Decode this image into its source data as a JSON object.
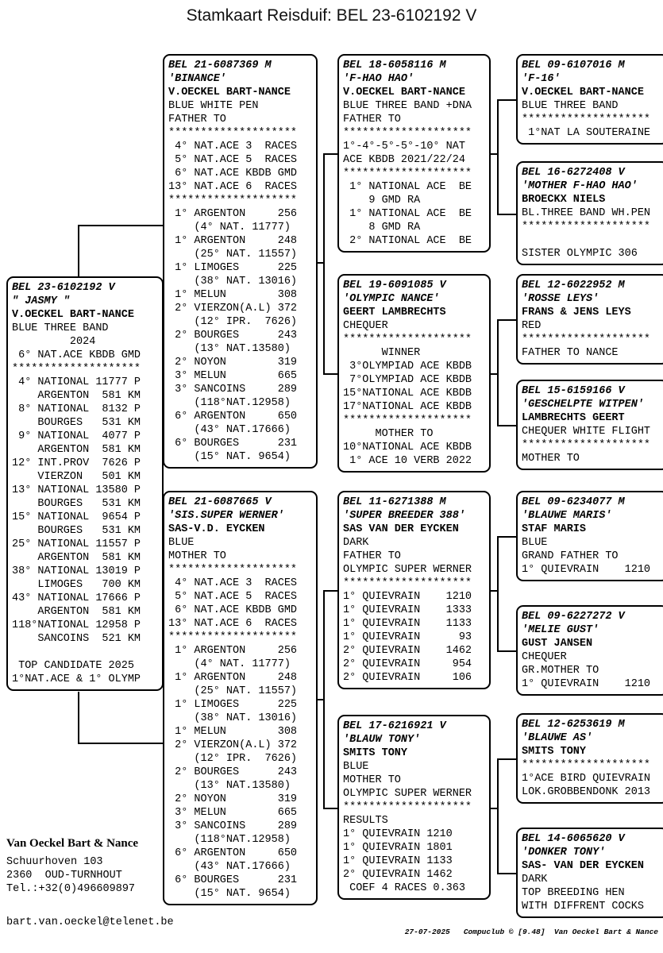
{
  "title": "Stamkaart Reisduif: BEL 23-6102192 V",
  "boxes": {
    "subject": {
      "lines": [
        {
          "s": "r",
          "t": "BEL 23-6102192 V"
        },
        {
          "s": "r",
          "t": "\" JASMY \""
        },
        {
          "s": "b",
          "t": "V.OECKEL BART-NANCE"
        },
        {
          "t": "BLUE THREE BAND"
        },
        {
          "t": "         2024"
        },
        {
          "t": " 6° NAT.ACE KBDB GMD"
        },
        {
          "t": "********************"
        },
        {
          "t": " 4° NATIONAL 11777 P"
        },
        {
          "t": "    ARGENTON  581 KM"
        },
        {
          "t": " 8° NATIONAL  8132 P"
        },
        {
          "t": "    BOURGES   531 KM"
        },
        {
          "t": " 9° NATIONAL  4077 P"
        },
        {
          "t": "    ARGENTON  581 KM"
        },
        {
          "t": "12° INT.PROV  7626 P"
        },
        {
          "t": "    VIERZON   501 KM"
        },
        {
          "t": "13° NATIONAL 13580 P"
        },
        {
          "t": "    BOURGES   531 KM"
        },
        {
          "t": "15° NATIONAL  9654 P"
        },
        {
          "t": "    BOURGES   531 KM"
        },
        {
          "t": "25° NATIONAL 11557 P"
        },
        {
          "t": "    ARGENTON  581 KM"
        },
        {
          "t": "38° NATIONAL 13019 P"
        },
        {
          "t": "    LIMOGES   700 KM"
        },
        {
          "t": "43° NATIONAL 17666 P"
        },
        {
          "t": "    ARGENTON  581 KM"
        },
        {
          "t": "118°NATIONAL 12958 P"
        },
        {
          "t": "    SANCOINS  521 KM"
        },
        {
          "t": ""
        },
        {
          "t": " TOP CANDIDATE 2025"
        },
        {
          "t": "1°NAT.ACE & 1° OLYMP"
        }
      ]
    },
    "father": {
      "lines": [
        {
          "s": "r",
          "t": "BEL 21-6087369 M"
        },
        {
          "s": "r",
          "t": "'BINANCE'"
        },
        {
          "s": "b",
          "t": "V.OECKEL BART-NANCE"
        },
        {
          "t": "BLUE WHITE PEN"
        },
        {
          "t": "FATHER TO"
        },
        {
          "t": "********************"
        },
        {
          "t": " 4° NAT.ACE 3  RACES"
        },
        {
          "t": " 5° NAT.ACE 5  RACES"
        },
        {
          "t": " 6° NAT.ACE KBDB GMD"
        },
        {
          "t": "13° NAT.ACE 6  RACES"
        },
        {
          "t": "********************"
        },
        {
          "t": " 1° ARGENTON     256"
        },
        {
          "t": "    (4° NAT. 11777)"
        },
        {
          "t": " 1° ARGENTON     248"
        },
        {
          "t": "    (25° NAT. 11557)"
        },
        {
          "t": " 1° LIMOGES      225"
        },
        {
          "t": "    (38° NAT. 13016)"
        },
        {
          "t": " 1° MELUN        308"
        },
        {
          "t": " 2° VIERZON(A.L) 372"
        },
        {
          "t": "    (12° IPR.  7626)"
        },
        {
          "t": " 2° BOURGES      243"
        },
        {
          "t": "    (13° NAT.13580)"
        },
        {
          "t": " 2° NOYON        319"
        },
        {
          "t": " 3° MELUN        665"
        },
        {
          "t": " 3° SANCOINS     289"
        },
        {
          "t": "    (118°NAT.12958)"
        },
        {
          "t": " 6° ARGENTON     650"
        },
        {
          "t": "    (43° NAT.17666)"
        },
        {
          "t": " 6° BOURGES      231"
        },
        {
          "t": "    (15° NAT. 9654)"
        }
      ]
    },
    "mother": {
      "lines": [
        {
          "s": "r",
          "t": "BEL 21-6087665 V"
        },
        {
          "s": "r",
          "t": "'SIS.SUPER WERNER'"
        },
        {
          "s": "b",
          "t": "SAS-V.D. EYCKEN"
        },
        {
          "t": "BLUE"
        },
        {
          "t": "MOTHER TO"
        },
        {
          "t": "********************"
        },
        {
          "t": " 4° NAT.ACE 3  RACES"
        },
        {
          "t": " 5° NAT.ACE 5  RACES"
        },
        {
          "t": " 6° NAT.ACE KBDB GMD"
        },
        {
          "t": "13° NAT.ACE 6  RACES"
        },
        {
          "t": "********************"
        },
        {
          "t": " 1° ARGENTON     256"
        },
        {
          "t": "    (4° NAT. 11777)"
        },
        {
          "t": " 1° ARGENTON     248"
        },
        {
          "t": "    (25° NAT. 11557)"
        },
        {
          "t": " 1° LIMOGES      225"
        },
        {
          "t": "    (38° NAT. 13016)"
        },
        {
          "t": " 1° MELUN        308"
        },
        {
          "t": " 2° VIERZON(A.L) 372"
        },
        {
          "t": "    (12° IPR.  7626)"
        },
        {
          "t": " 2° BOURGES      243"
        },
        {
          "t": "    (13° NAT.13580)"
        },
        {
          "t": " 2° NOYON        319"
        },
        {
          "t": " 3° MELUN        665"
        },
        {
          "t": " 3° SANCOINS     289"
        },
        {
          "t": "    (118°NAT.12958)"
        },
        {
          "t": " 6° ARGENTON     650"
        },
        {
          "t": "    (43° NAT.17666)"
        },
        {
          "t": " 6° BOURGES      231"
        },
        {
          "t": "    (15° NAT. 9654)"
        }
      ]
    },
    "ff": {
      "lines": [
        {
          "s": "r",
          "t": "BEL 18-6058116 M"
        },
        {
          "s": "r",
          "t": "'F-HAO HAO'"
        },
        {
          "s": "b",
          "t": "V.OECKEL BART-NANCE"
        },
        {
          "t": "BLUE THREE BAND +DNA"
        },
        {
          "t": "FATHER TO"
        },
        {
          "t": "********************"
        },
        {
          "t": "1°-4°-5°-5°-10° NAT"
        },
        {
          "t": "ACE KBDB 2021/22/24"
        },
        {
          "t": "********************"
        },
        {
          "t": " 1° NATIONAL ACE  BE"
        },
        {
          "t": "    9 GMD RA"
        },
        {
          "t": " 1° NATIONAL ACE  BE"
        },
        {
          "t": "    8 GMD RA"
        },
        {
          "t": " 2° NATIONAL ACE  BE"
        }
      ]
    },
    "fm": {
      "lines": [
        {
          "s": "r",
          "t": "BEL 19-6091085 V"
        },
        {
          "s": "r",
          "t": "'OLYMPIC NANCE'"
        },
        {
          "s": "b",
          "t": "GEERT LAMBRECHTS"
        },
        {
          "t": "CHEQUER"
        },
        {
          "t": "********************"
        },
        {
          "t": "      WINNER"
        },
        {
          "t": " 3°OLYMPIAD ACE KBDB"
        },
        {
          "t": " 7°OLYMPIAD ACE KBDB"
        },
        {
          "t": "15°NATIONAL ACE KBDB"
        },
        {
          "t": "17°NATIONAL ACE KBDB"
        },
        {
          "t": "********************"
        },
        {
          "t": "     MOTHER TO"
        },
        {
          "t": "10°NATIONAL ACE KBDB"
        },
        {
          "t": " 1° ACE 10 VERB 2022"
        }
      ]
    },
    "mf": {
      "lines": [
        {
          "s": "r",
          "t": "BEL 11-6271388 M"
        },
        {
          "s": "r",
          "t": "'SUPER BREEDER 388'"
        },
        {
          "s": "b",
          "t": "SAS VAN DER EYCKEN"
        },
        {
          "t": "DARK"
        },
        {
          "t": "FATHER TO"
        },
        {
          "t": "OLYMPIC SUPER WERNER"
        },
        {
          "t": "********************"
        },
        {
          "t": "1° QUIEVRAIN    1210"
        },
        {
          "t": "1° QUIEVRAIN    1333"
        },
        {
          "t": "1° QUIEVRAIN    1133"
        },
        {
          "t": "1° QUIEVRAIN      93"
        },
        {
          "t": "2° QUIEVRAIN    1462"
        },
        {
          "t": "2° QUIEVRAIN     954"
        },
        {
          "t": "2° QUIEVRAIN     106"
        }
      ]
    },
    "mm": {
      "lines": [
        {
          "s": "r",
          "t": "BEL 17-6216921 V"
        },
        {
          "s": "r",
          "t": "'BLAUW TONY'"
        },
        {
          "s": "b",
          "t": "SMITS TONY"
        },
        {
          "t": "BLUE"
        },
        {
          "t": "MOTHER TO"
        },
        {
          "t": "OLYMPIC SUPER WERNER"
        },
        {
          "t": "********************"
        },
        {
          "t": "RESULTS"
        },
        {
          "t": "1° QUIEVRAIN 1210"
        },
        {
          "t": "1° QUIEVRAIN 1801"
        },
        {
          "t": "1° QUIEVRAIN 1133"
        },
        {
          "t": "2° QUIEVRAIN 1462"
        },
        {
          "t": " COEF 4 RACES 0.363"
        }
      ]
    },
    "fff": {
      "lines": [
        {
          "s": "r",
          "t": "BEL 09-6107016 M"
        },
        {
          "s": "r",
          "t": "'F-16'"
        },
        {
          "s": "b",
          "t": "V.OECKEL BART-NANCE"
        },
        {
          "t": "BLUE THREE BAND"
        },
        {
          "t": "********************"
        },
        {
          "t": " 1°NAT LA SOUTERAINE"
        }
      ]
    },
    "ffm": {
      "lines": [
        {
          "s": "r",
          "t": "BEL 16-6272408 V"
        },
        {
          "s": "r",
          "t": "'MOTHER F-HAO HAO'"
        },
        {
          "s": "b",
          "t": "BROECKX NIELS"
        },
        {
          "t": "BL.THREE BAND WH.PEN"
        },
        {
          "t": "********************"
        },
        {
          "t": ""
        },
        {
          "t": "SISTER OLYMPIC 306"
        }
      ]
    },
    "fmf": {
      "lines": [
        {
          "s": "r",
          "t": "BEL 12-6022952 M"
        },
        {
          "s": "r",
          "t": "'ROSSE LEYS'"
        },
        {
          "s": "b",
          "t": "FRANS & JENS LEYS"
        },
        {
          "t": "RED"
        },
        {
          "t": "********************"
        },
        {
          "t": "FATHER TO NANCE"
        }
      ]
    },
    "fmm": {
      "lines": [
        {
          "s": "r",
          "t": "BEL 15-6159166 V"
        },
        {
          "s": "r",
          "t": "'GESCHELPTE WITPEN'"
        },
        {
          "s": "b",
          "t": "LAMBRECHTS GEERT"
        },
        {
          "t": "CHEQUER WHITE FLIGHT"
        },
        {
          "t": "********************"
        },
        {
          "t": "MOTHER TO"
        }
      ]
    },
    "mff": {
      "lines": [
        {
          "s": "r",
          "t": "BEL 09-6234077 M"
        },
        {
          "s": "r",
          "t": "'BLAUWE MARIS'"
        },
        {
          "s": "b",
          "t": "STAF MARIS"
        },
        {
          "t": "BLUE"
        },
        {
          "t": "GRAND FATHER TO"
        },
        {
          "t": "1° QUIEVRAIN    1210"
        }
      ]
    },
    "mfm": {
      "lines": [
        {
          "s": "r",
          "t": "BEL 09-6227272 V"
        },
        {
          "s": "r",
          "t": "'MELIE GUST'"
        },
        {
          "s": "b",
          "t": "GUST JANSEN"
        },
        {
          "t": "CHEQUER"
        },
        {
          "t": "GR.MOTHER TO"
        },
        {
          "t": "1° QUIEVRAIN    1210"
        }
      ]
    },
    "mmf": {
      "lines": [
        {
          "s": "r",
          "t": "BEL 12-6253619 M"
        },
        {
          "s": "r",
          "t": "'BLAUWE AS'"
        },
        {
          "s": "b",
          "t": "SMITS TONY"
        },
        {
          "t": "********************"
        },
        {
          "t": "1°ACE BIRD QUIEVRAIN"
        },
        {
          "t": "LOK.GROBBENDONK 2013"
        }
      ]
    },
    "mmm": {
      "lines": [
        {
          "s": "r",
          "t": "BEL 14-6065620 V"
        },
        {
          "s": "r",
          "t": "'DONKER TONY'"
        },
        {
          "s": "b",
          "t": "SAS- VAN DER EYCKEN"
        },
        {
          "t": "DARK"
        },
        {
          "t": "TOP BREEDING HEN"
        },
        {
          "t": "WITH DIFFRENT COCKS"
        }
      ]
    }
  },
  "footer": {
    "owner": "Van Oeckel Bart & Nance",
    "address1": "Schuurhoven 103",
    "address2": "2360  OUD-TURNHOUT",
    "phone": "Tel.:+32(0)496609897",
    "email": "bart.van.oeckel@telenet.be",
    "credits": "27-07-2025   Compuclub © [9.48]  Van Oeckel Bart & Nance"
  }
}
